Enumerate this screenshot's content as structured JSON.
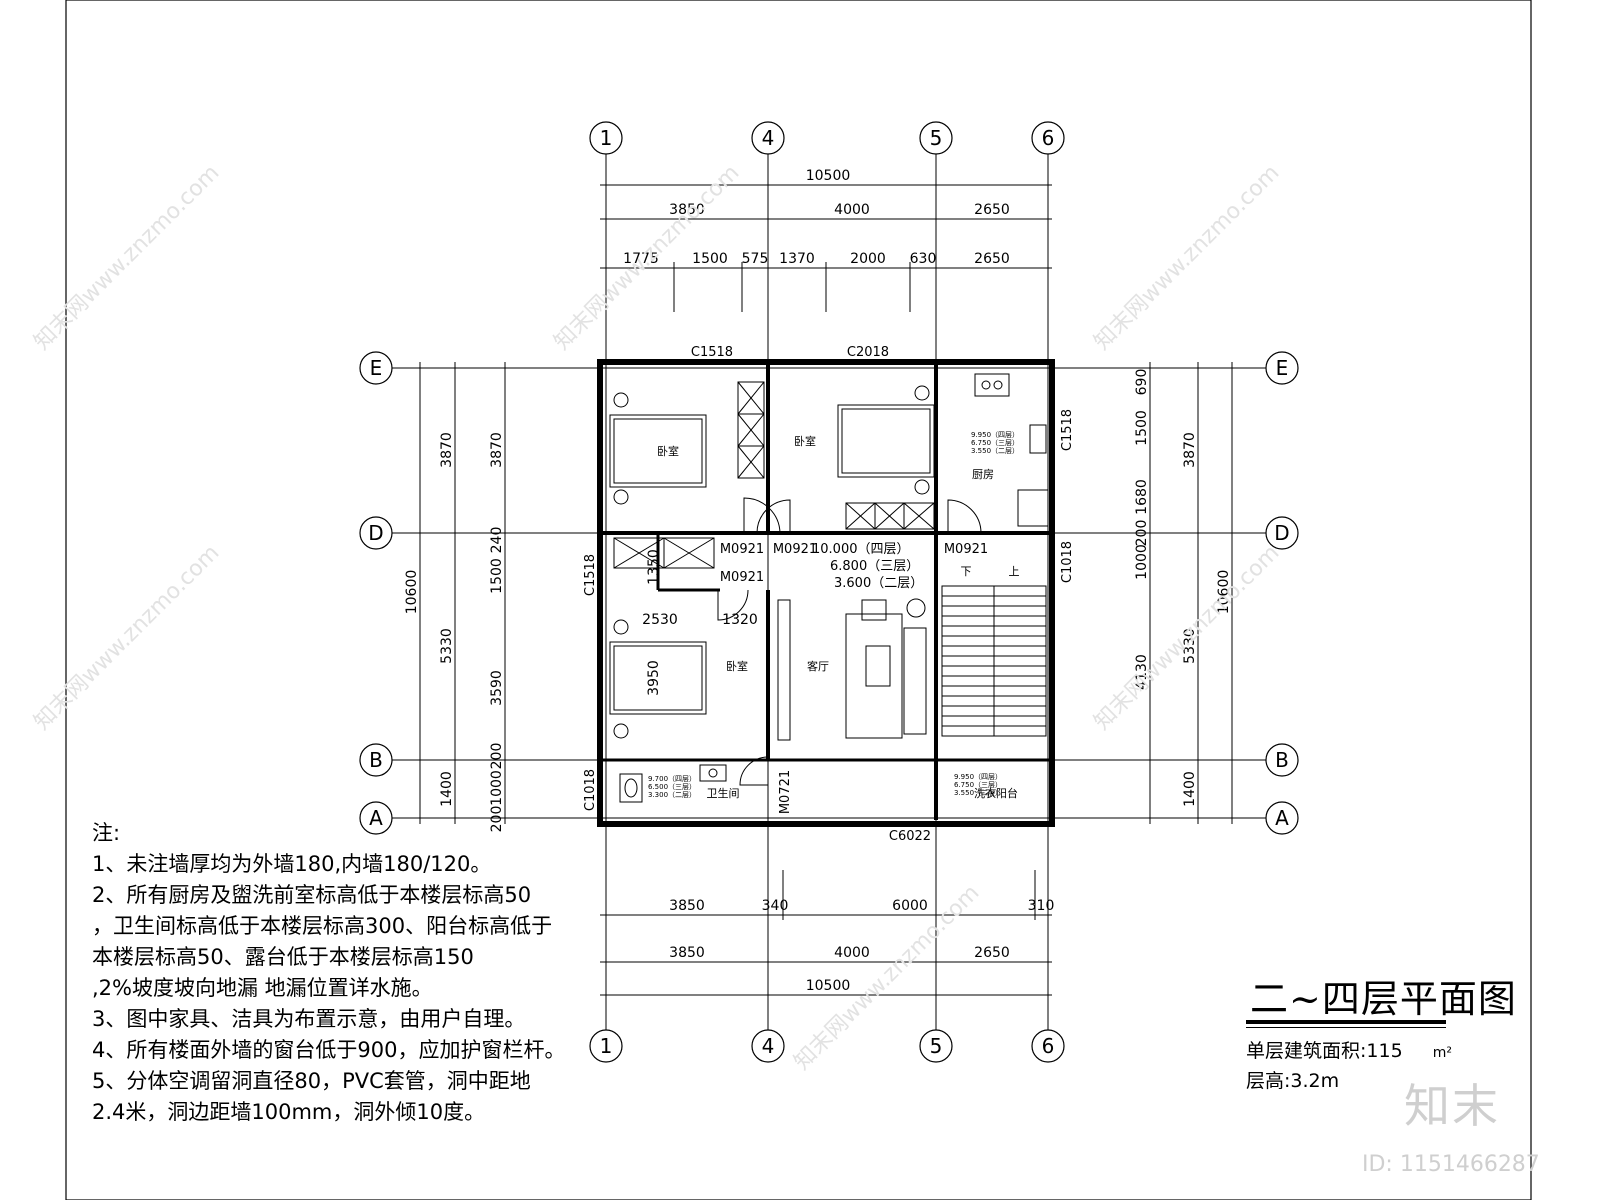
{
  "drawing": {
    "axes_top": [
      "1",
      "4",
      "5",
      "6"
    ],
    "axes_bottom": [
      "1",
      "4",
      "5",
      "6"
    ],
    "axes_left": [
      "E",
      "D",
      "B",
      "A"
    ],
    "axes_right": [
      "E",
      "D",
      "B",
      "A"
    ],
    "dims_top": {
      "total": "10500",
      "row2": [
        "3850",
        "4000",
        "2650"
      ],
      "row3": [
        "1775",
        "1500",
        "575",
        "1370",
        "2000",
        "630",
        "2650"
      ]
    },
    "dims_bottom": {
      "row1": [
        "3850",
        "340",
        "6000",
        "310"
      ],
      "row2": [
        "3850",
        "4000",
        "2650"
      ],
      "total": "10500"
    },
    "dims_left": {
      "total": "10600",
      "row2": [
        "3870",
        "5330",
        "1400"
      ],
      "row3": [
        "3870",
        "240",
        "1500",
        "3590",
        "200",
        "1000",
        "200"
      ]
    },
    "dims_right": {
      "total": "10600",
      "row2": [
        "3870",
        "5330",
        "1400"
      ],
      "row3": [
        "690",
        "1500",
        "1680",
        "200",
        "1000",
        "4130"
      ]
    },
    "windows": [
      "C1518",
      "C2018",
      "C1518",
      "C1518",
      "C1018",
      "C1018",
      "C6022"
    ],
    "doors": [
      "M0921",
      "M0921",
      "M0921",
      "M0921",
      "M0721"
    ],
    "rooms": {
      "bedroom": "卧室",
      "living": "客厅",
      "kitchen": "厨房",
      "bath": "卫生间",
      "laundry": "洗衣阳台",
      "stair_down": "下",
      "stair_up": "上"
    },
    "inner_dims": [
      "1350",
      "2530",
      "1320",
      "3950"
    ],
    "elevations_main": [
      "10.000（四层）",
      "6.800（三层）",
      "3.600（二层）"
    ],
    "elevations_kitchen": [
      "9.950（四层）",
      "6.750（三层）",
      "3.550（二层）"
    ],
    "elevations_bath": [
      "9.700（四层）",
      "6.500（三层）",
      "3.300（二层）"
    ],
    "elevations_laundry": [
      "9.950（四层）",
      "6.750（三层）",
      "3.550（二层）"
    ]
  },
  "notes": {
    "heading": "注:",
    "lines": [
      "1、未注墙厚均为外墙180,内墙180/120。",
      "2、所有厨房及盥洗前室标高低于本楼层标高50",
      "，卫生间标高低于本楼层标高300、阳台标高低于",
      "本楼层标高50、露台低于本楼层标高150",
      ",2%坡度坡向地漏 地漏位置详水施。",
      "3、图中家具、洁具为布置示意，由用户自理。",
      "4、所有楼面外墙的窗台低于900，应加护窗栏杆。",
      "5、分体空调留洞直径80，PVC套管，洞中距地",
      "2.4米，洞边距墙100mm，洞外倾10度。"
    ]
  },
  "title": {
    "name": "二~四层平面图",
    "area_label": "单层建筑面积:115",
    "area_unit": "m²",
    "floor_height": "层高:3.2m"
  },
  "brand": "知末",
  "image_id": "ID: 1151466287",
  "watermark": "知末网www.znzmo.com"
}
